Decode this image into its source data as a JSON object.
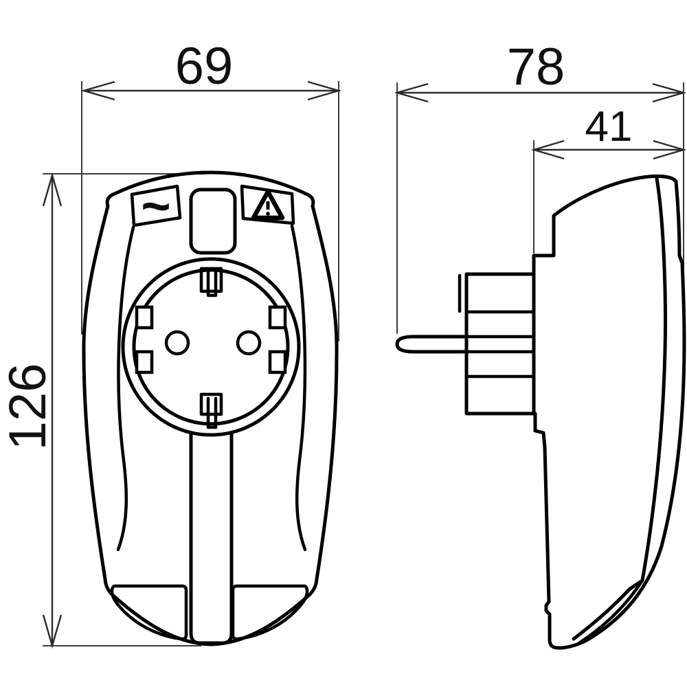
{
  "page": {
    "background": "#ffffff"
  },
  "drawing": {
    "type": "technical-dimension-drawing",
    "subject": "plug-in surge protection adapter with Schuko socket, front and side views",
    "line_color": "#000000",
    "dimension_line_color": "#2a2a2a"
  },
  "dimensions": {
    "front_width": "69",
    "front_height": "126",
    "side_total_depth": "78",
    "side_body_depth": "41"
  },
  "symbols": {
    "ac_indicator": "~"
  }
}
